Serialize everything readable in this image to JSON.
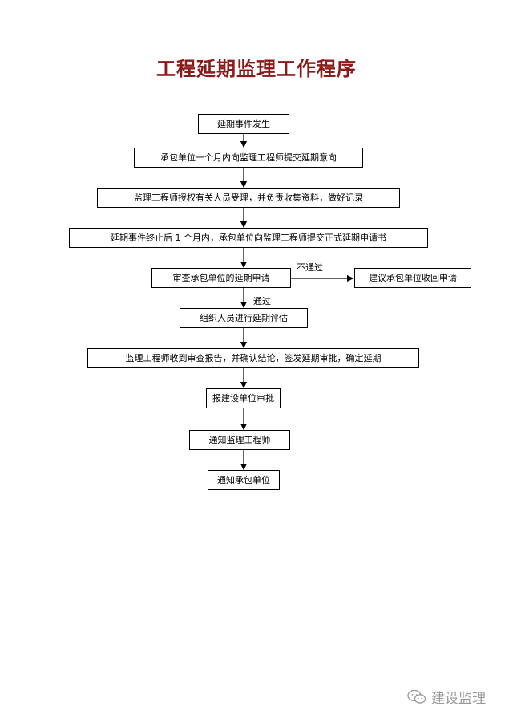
{
  "title": "工程延期监理工作程序",
  "steps": {
    "s1": "延期事件发生",
    "s2": "承包单位一个月内向监理工程师提交延期意向",
    "s3": "监理工程师授权有关人员受理，并负责收集资料，做好记录",
    "s4": "延期事件终止后 1 个月内，承包单位向监理工程师提交正式延期申请书",
    "s5": "审查承包单位的延期申请",
    "s5b": "建议承包单位收回申请",
    "s6": "组织人员进行延期评估",
    "s7": "监理工程师收到审查报告，并确认结论，签发延期审批，确定延期",
    "s8": "报建设单位审批",
    "s9": "通知监理工程师",
    "s10": "通知承包单位"
  },
  "edge_labels": {
    "fail": "不通过",
    "pass": "通过"
  },
  "watermark": {
    "text": "建设监理",
    "icon": "wechat-logo-icon"
  },
  "colors": {
    "title": "#8b1a1a",
    "line": "#000000",
    "watermark": "#9a9a9a"
  }
}
